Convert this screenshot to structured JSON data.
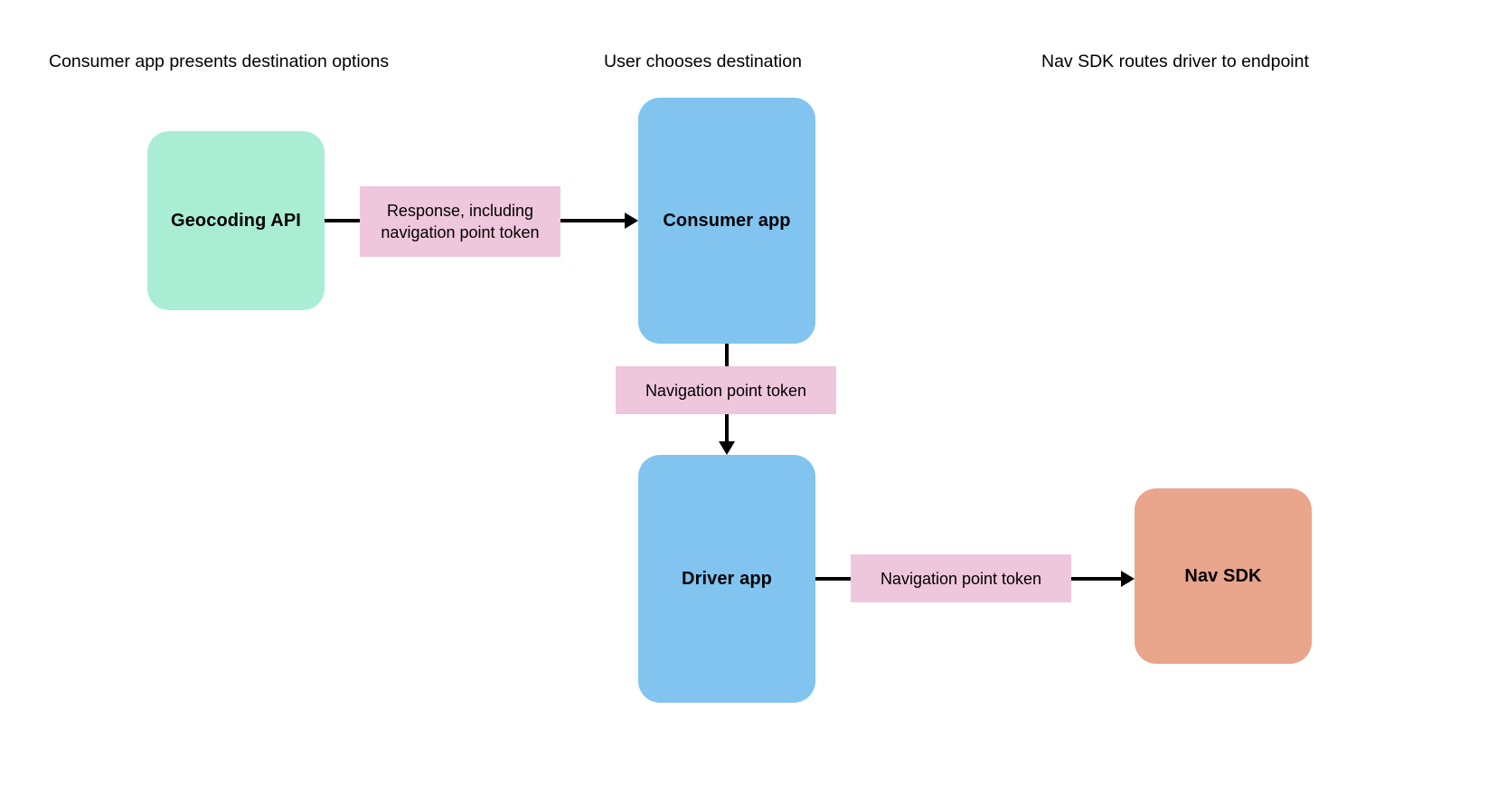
{
  "diagram": {
    "title_row": [
      {
        "id": "stage-1",
        "label": "Consumer app presents destination options"
      },
      {
        "id": "stage-2",
        "label": "User chooses destination"
      },
      {
        "id": "stage-3",
        "label": "Nav SDK routes driver to endpoint"
      }
    ],
    "nodes": [
      {
        "id": "geocoding-api",
        "label": "Geocoding API",
        "color": "#A9EDD5"
      },
      {
        "id": "consumer-app",
        "label": "Consumer app",
        "color": "#81C4F0"
      },
      {
        "id": "driver-app",
        "label": "Driver app",
        "color": "#81C4F0"
      },
      {
        "id": "nav-sdk",
        "label": "Nav SDK",
        "color": "#E9A68D"
      }
    ],
    "edges": [
      {
        "id": "geocoding-to-consumer",
        "from": "geocoding-api",
        "to": "consumer-app",
        "label": "Response, including navigation point token",
        "label_color": "#EEC7DC",
        "direction": "right"
      },
      {
        "id": "consumer-to-driver",
        "from": "consumer-app",
        "to": "driver-app",
        "label": "Navigation point token",
        "label_color": "#EEC7DC",
        "direction": "down"
      },
      {
        "id": "driver-to-navsdk",
        "from": "driver-app",
        "to": "nav-sdk",
        "label": "Navigation point token",
        "label_color": "#EEC7DC",
        "direction": "right"
      }
    ],
    "colors": {
      "background": "#FFFFFF",
      "stroke": "#000000",
      "text": "#000000"
    }
  }
}
